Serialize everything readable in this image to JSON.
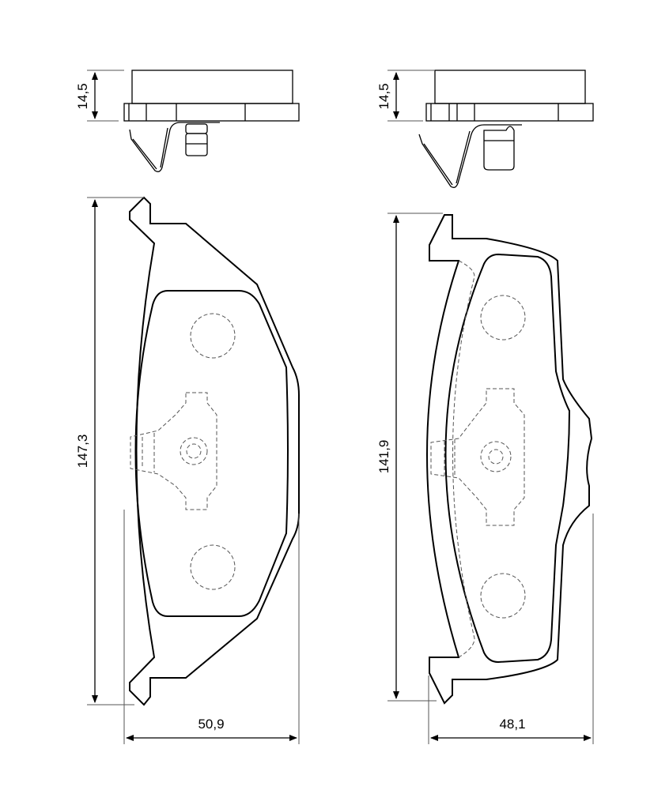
{
  "dimensions": {
    "left_thickness": "14,5",
    "right_thickness": "14,5",
    "left_height": "147,3",
    "right_height": "141,9",
    "left_width": "50,9",
    "right_width": "48,1"
  }
}
